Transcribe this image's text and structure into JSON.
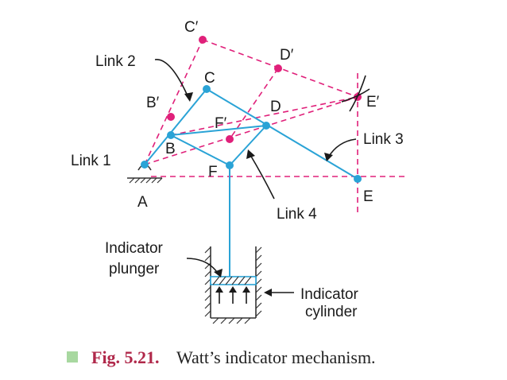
{
  "figure": {
    "labels": {
      "link1": "Link 1",
      "link2": "Link 2",
      "link3": "Link 3",
      "link4": "Link 4",
      "A": "A",
      "B": "B",
      "C": "C",
      "D": "D",
      "E": "E",
      "F": "F",
      "B_prime": "B′",
      "C_prime": "C′",
      "D_prime": "D′",
      "E_prime": "E′",
      "F_prime": "F′",
      "plunger_line1": "Indicator",
      "plunger_line2": "plunger",
      "cylinder_line1": "Indicator",
      "cylinder_line2": "cylinder"
    },
    "caption": {
      "number": "Fig. 5.21.",
      "text": "Watt’s indicator mechanism."
    },
    "colors": {
      "link": "#2aa3d6",
      "displaced": "#e0207a",
      "caption_number": "#b0284a",
      "caption_marker": "#a8d8a0"
    }
  }
}
